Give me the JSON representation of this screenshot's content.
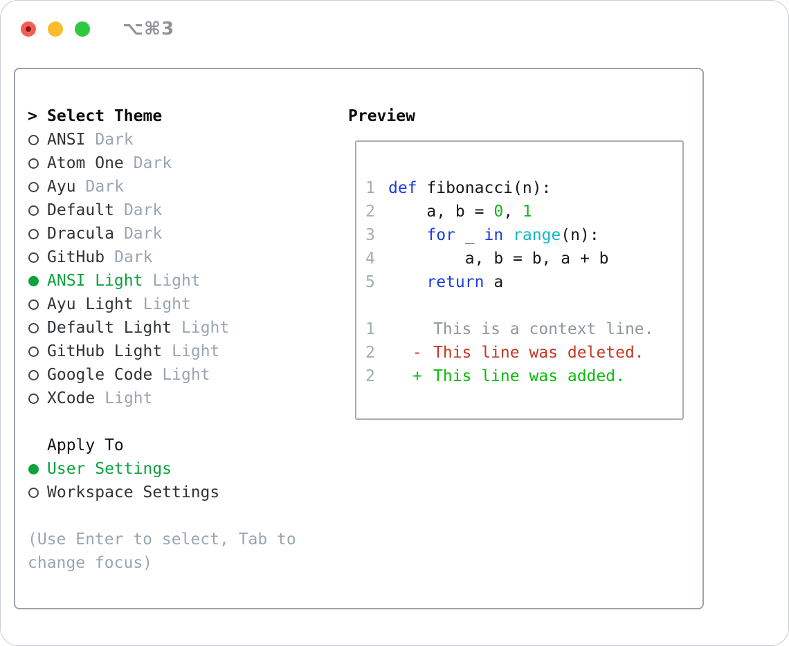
{
  "window": {
    "title": "⌥⌘3"
  },
  "theme_list": {
    "header": {
      "marker": ">",
      "label": "Select Theme"
    },
    "items": [
      {
        "name": "ANSI",
        "tag": "Dark",
        "selected": false
      },
      {
        "name": "Atom One",
        "tag": "Dark",
        "selected": false
      },
      {
        "name": "Ayu",
        "tag": "Dark",
        "selected": false
      },
      {
        "name": "Default",
        "tag": "Dark",
        "selected": false
      },
      {
        "name": "Dracula",
        "tag": "Dark",
        "selected": false
      },
      {
        "name": "GitHub",
        "tag": "Dark",
        "selected": false
      },
      {
        "name": "ANSI Light",
        "tag": "Light",
        "selected": true
      },
      {
        "name": "Ayu Light",
        "tag": "Light",
        "selected": false
      },
      {
        "name": "Default Light",
        "tag": "Light",
        "selected": false
      },
      {
        "name": "GitHub Light",
        "tag": "Light",
        "selected": false
      },
      {
        "name": "Google Code",
        "tag": "Light",
        "selected": false
      },
      {
        "name": "XCode",
        "tag": "Light",
        "selected": false
      }
    ]
  },
  "apply_to": {
    "header": "Apply To",
    "options": [
      {
        "label": "User Settings",
        "selected": true
      },
      {
        "label": "Workspace Settings",
        "selected": false
      }
    ]
  },
  "help_text": "(Use Enter to select, Tab to change focus)",
  "preview": {
    "header": "Preview",
    "code_lines": [
      {
        "num": "1",
        "segments": [
          {
            "t": "def",
            "c": "kw"
          },
          {
            "t": " fibonacci(n):",
            "c": "fg"
          }
        ]
      },
      {
        "num": "2",
        "segments": [
          {
            "t": "    a, b = ",
            "c": "fg"
          },
          {
            "t": "0",
            "c": "lit"
          },
          {
            "t": ", ",
            "c": "fg"
          },
          {
            "t": "1",
            "c": "lit"
          }
        ]
      },
      {
        "num": "3",
        "segments": [
          {
            "t": "    ",
            "c": "fg"
          },
          {
            "t": "for",
            "c": "kw"
          },
          {
            "t": " _ ",
            "c": "fg"
          },
          {
            "t": "in",
            "c": "kw"
          },
          {
            "t": " ",
            "c": "fg"
          },
          {
            "t": "range",
            "c": "fn"
          },
          {
            "t": "(n):",
            "c": "fg"
          }
        ]
      },
      {
        "num": "4",
        "segments": [
          {
            "t": "        a, b = b, a + b",
            "c": "fg"
          }
        ]
      },
      {
        "num": "5",
        "segments": [
          {
            "t": "    ",
            "c": "fg"
          },
          {
            "t": "return",
            "c": "kw"
          },
          {
            "t": " a",
            "c": "fg"
          }
        ]
      }
    ],
    "diff_lines": [
      {
        "num": "1",
        "marker": "",
        "text": "This is a context line.",
        "kind": "ctx"
      },
      {
        "num": "2",
        "marker": "-",
        "text": "This line was deleted.",
        "kind": "del"
      },
      {
        "num": "2",
        "marker": "+",
        "text": "This line was added.",
        "kind": "add"
      }
    ]
  },
  "colors": {
    "selected_green": "#0ca23c",
    "added_green": "#09bd09",
    "literal_green": "#12b41c",
    "deleted_red": "#c43822",
    "keyword_blue": "#1b3be2",
    "function_cyan": "#14b7c4",
    "muted_gray": "#9aa5b2",
    "line_number_gray": "#a3abb7",
    "panel_border": "#9aa3ae",
    "traffic_red": "#f35f57",
    "traffic_yellow": "#f8bd2e",
    "traffic_green": "#2dc93f"
  }
}
